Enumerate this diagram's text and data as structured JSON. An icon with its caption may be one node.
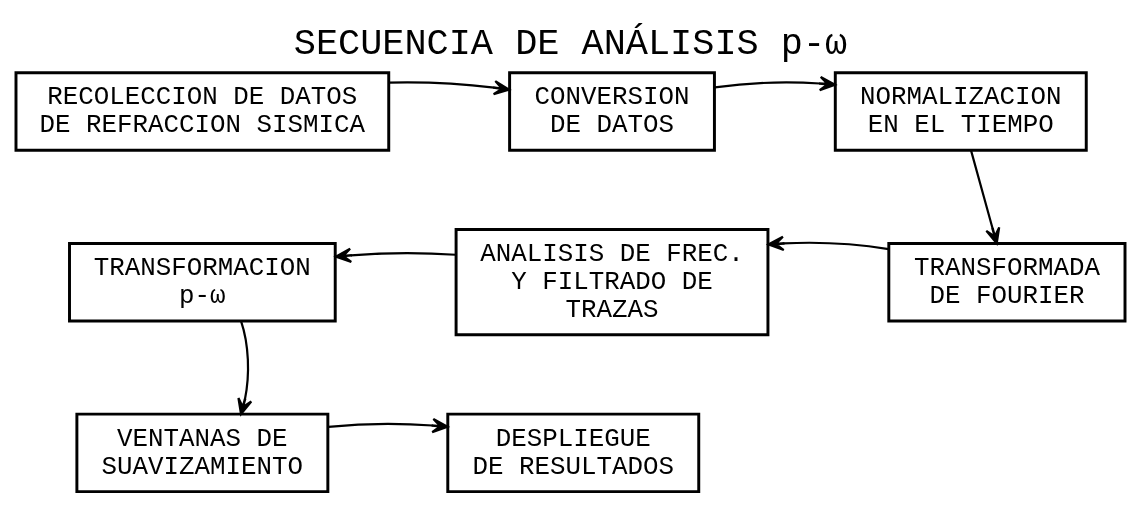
{
  "diagram": {
    "title": "SECUENCIA DE ANÁLISIS p-ω",
    "nodes": [
      {
        "text": [
          "RECOLECCION DE DATOS DE REFRACCION SISMICA"
        ]
      },
      {
        "text": [
          "CONVERSION DE DATOS"
        ]
      },
      {
        "text": [
          "NORMALIZACION EN EL TIEMPO"
        ]
      },
      {
        "text": [
          "TRANSFORMADA DE FOURIER"
        ]
      },
      {
        "text": [
          "ANALISIS DE FREC. Y FILTRADO DE TRAZAS"
        ]
      },
      {
        "text": [
          "TRANSFORMACION p-ω"
        ]
      },
      {
        "text": [
          "VENTANAS DE SUAVIZAMIENTO"
        ]
      },
      {
        "text": [
          "DESPLIEGUE DE RESULTADOS"
        ]
      }
    ],
    "edges": [
      {
        "from": 0,
        "to": 1,
        "arrow": "to"
      },
      {
        "from": 1,
        "to": 2,
        "arrow": "to"
      },
      {
        "from": 2,
        "to": 3,
        "arrow": "to"
      },
      {
        "from": 3,
        "to": 4,
        "arrow": "to"
      },
      {
        "from": 4,
        "to": 5,
        "arrow": "to"
      },
      {
        "from": 5,
        "to": 6,
        "arrow": "to"
      },
      {
        "from": 6,
        "to": 7,
        "arrow": "to"
      }
    ]
  }
}
